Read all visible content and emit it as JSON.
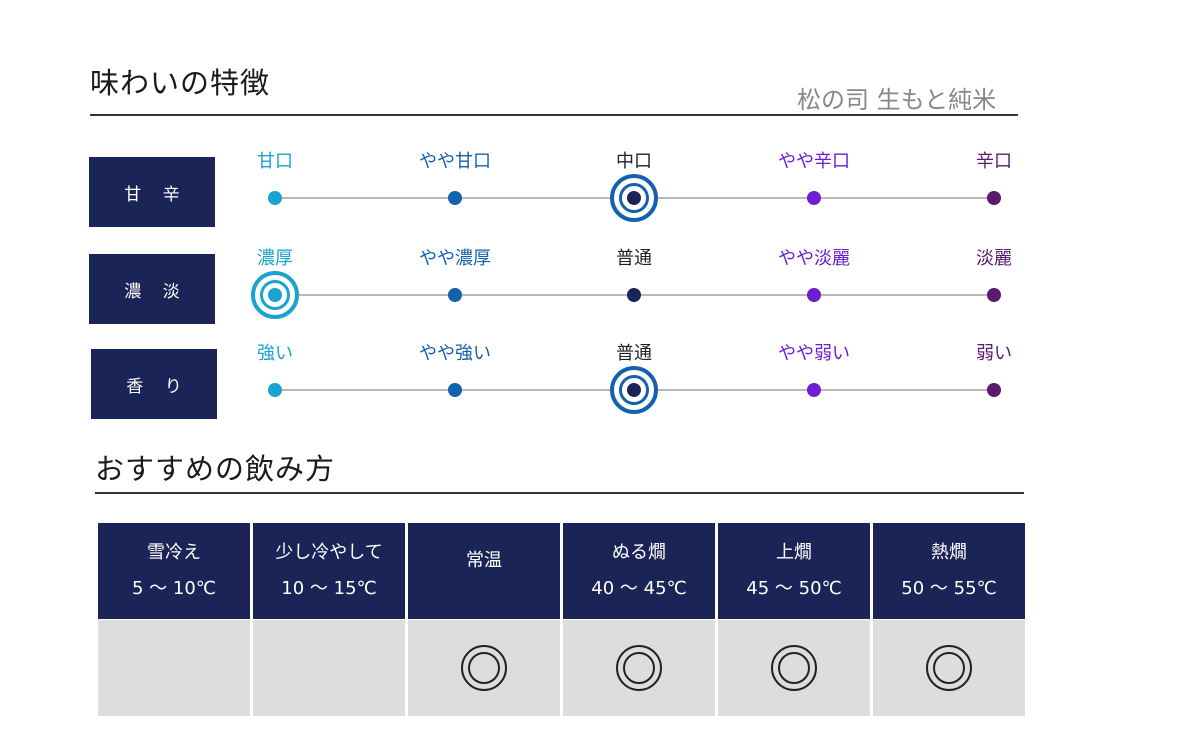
{
  "taste": {
    "title": "味わいの特徴",
    "product_name": "松の司 生もと純米",
    "colors": [
      "#19a3cf",
      "#1461ae",
      "#1b2456",
      "#6a1fd1",
      "#5a1a6e"
    ],
    "rows": [
      {
        "label": "甘 辛",
        "options": [
          "甘口",
          "やや甘口",
          "中口",
          "やや辛口",
          "辛口"
        ],
        "selected_index": 2
      },
      {
        "label": "濃 淡",
        "options": [
          "濃厚",
          "やや濃厚",
          "普通",
          "やや淡麗",
          "淡麗"
        ],
        "selected_index": 0
      },
      {
        "label": "香 り",
        "options": [
          "強い",
          "やや強い",
          "普通",
          "やや弱い",
          "弱い"
        ],
        "selected_index": 2
      }
    ]
  },
  "serving": {
    "title": "おすすめの飲み方",
    "columns": [
      {
        "name": "雪冷え",
        "range": "5 〜 10℃",
        "mark": ""
      },
      {
        "name": "少し冷やして",
        "range": "10 〜 15℃",
        "mark": ""
      },
      {
        "name": "常温",
        "range": "",
        "mark": "double-circle-icon"
      },
      {
        "name": "ぬる燗",
        "range": "40 〜 45℃",
        "mark": "double-circle-icon"
      },
      {
        "name": "上燗",
        "range": "45 〜 50℃",
        "mark": "double-circle-icon"
      },
      {
        "name": "熱燗",
        "range": "50 〜 55℃",
        "mark": "double-circle-icon"
      }
    ]
  }
}
